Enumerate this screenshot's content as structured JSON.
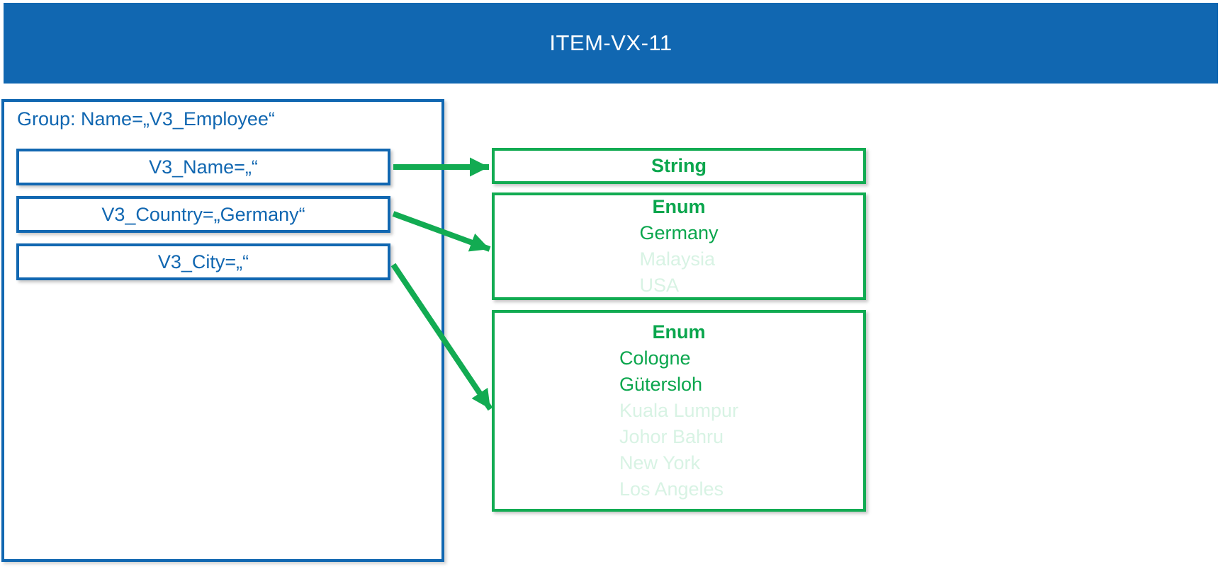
{
  "header": {
    "title": "ITEM-VX-11"
  },
  "group": {
    "label": "Group: Name=„V3_Employee“",
    "fields": [
      {
        "label": "V3_Name=„“"
      },
      {
        "label": "V3_Country=„Germany“"
      },
      {
        "label": "V3_City=„“"
      }
    ]
  },
  "types": [
    {
      "title": "String",
      "items": []
    },
    {
      "title": "Enum",
      "items": [
        {
          "label": "Germany",
          "active": true
        },
        {
          "label": "Malaysia",
          "active": false
        },
        {
          "label": "USA",
          "active": false
        }
      ]
    },
    {
      "title": "Enum",
      "items": [
        {
          "label": "Cologne",
          "active": true
        },
        {
          "label": "Gütersloh",
          "active": true
        },
        {
          "label": "Kuala Lumpur",
          "active": false
        },
        {
          "label": "Johor Bahru",
          "active": false
        },
        {
          "label": "New York",
          "active": false
        },
        {
          "label": "Los Angeles",
          "active": false
        }
      ]
    }
  ],
  "colors": {
    "blue": "#1167b1",
    "green": "#12ab52",
    "green-text": "#0aa64d",
    "green-faded": "#d8f3e4"
  }
}
